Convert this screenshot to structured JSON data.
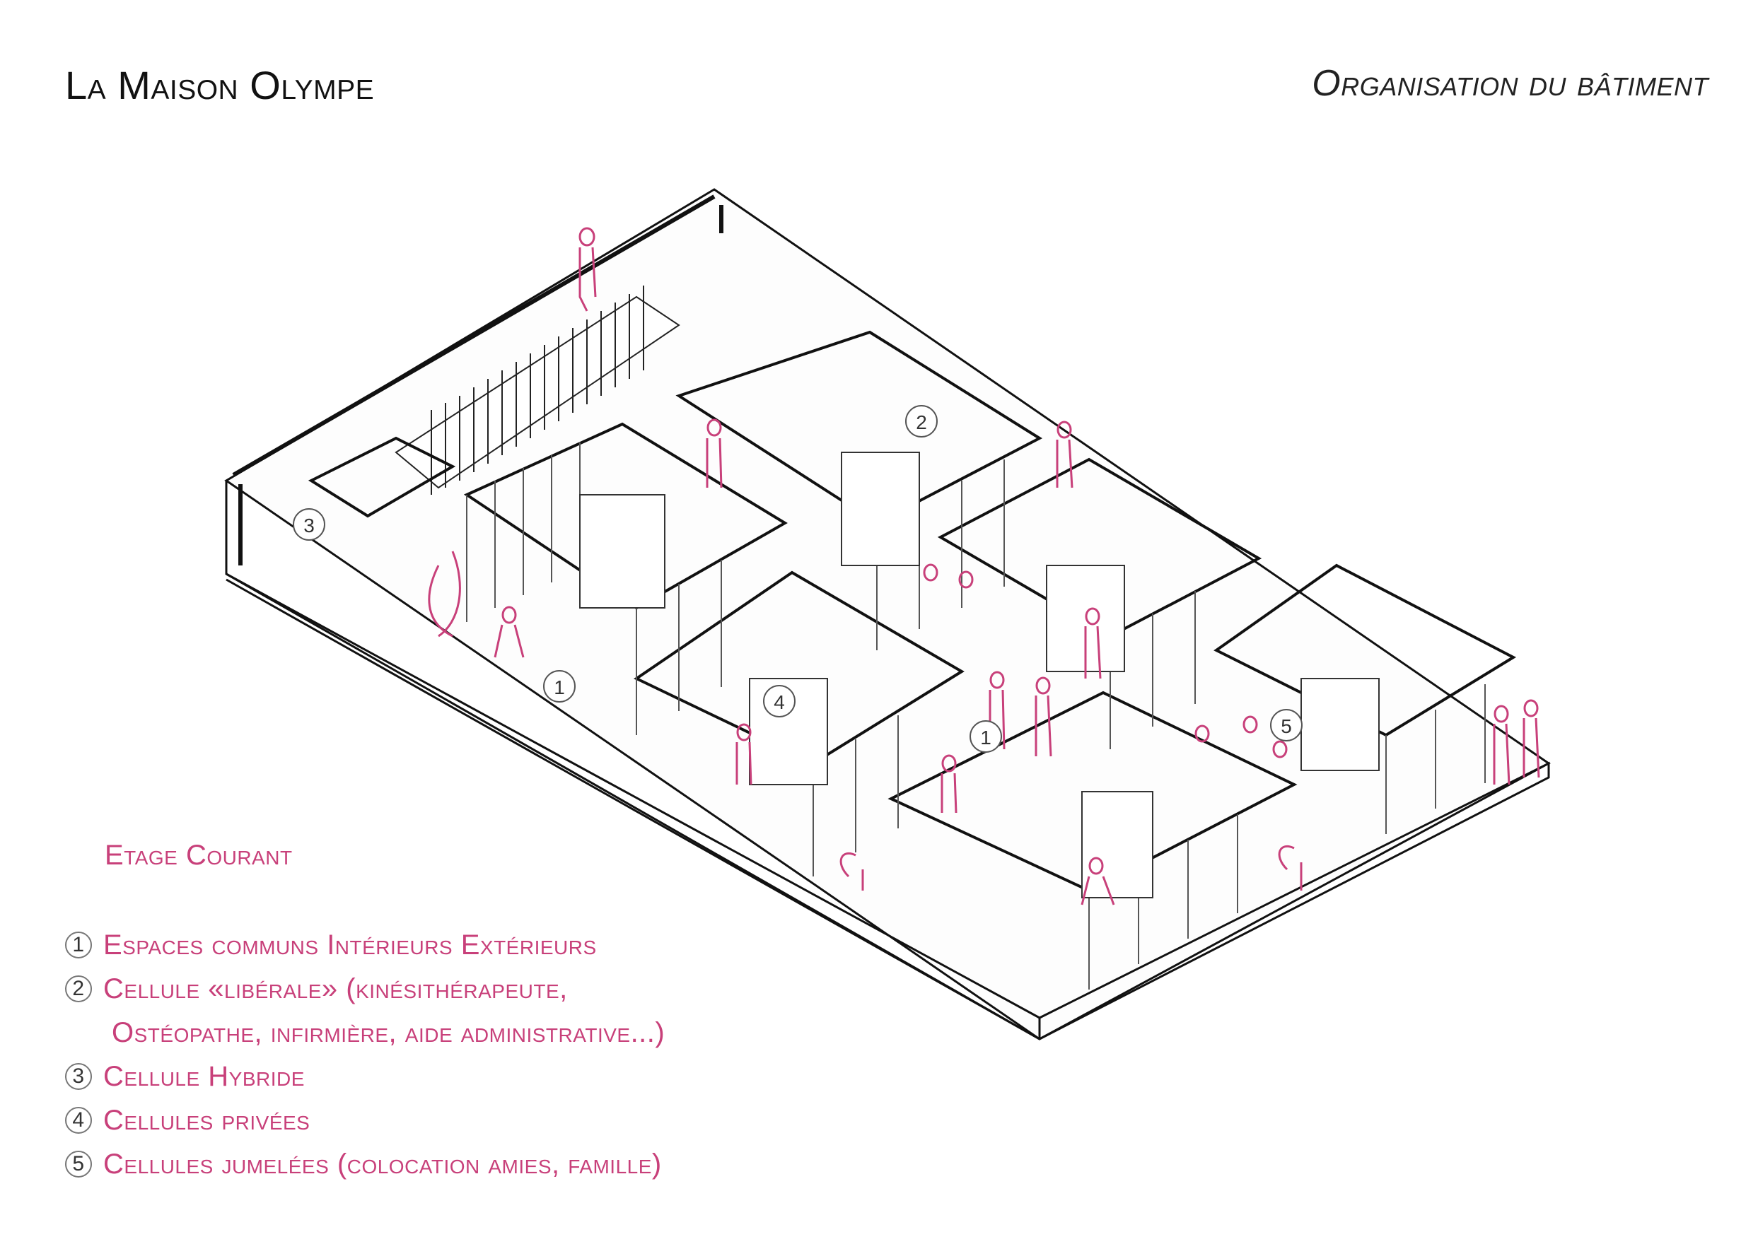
{
  "header": {
    "title": "La Maison Olympe",
    "subtitle": "Organisation du bâtiment"
  },
  "legend": {
    "heading": "Etage Courant",
    "items": [
      {
        "num": "1",
        "label": "Espaces communs  Intérieurs Extérieurs"
      },
      {
        "num": "2",
        "label": "Cellule «libérale» (kinésithérapeute,",
        "continuation": "Ostéopathe, infirmière, aide administrative...)"
      },
      {
        "num": "3",
        "label": "Cellule Hybride"
      },
      {
        "num": "4",
        "label": "Cellules privées"
      },
      {
        "num": "5",
        "label": "Cellules jumelées (colocation amies, famille)"
      }
    ]
  },
  "plan_markers": [
    "3",
    "2",
    "1",
    "4",
    "1",
    "5"
  ],
  "colors": {
    "accent": "#c8407a",
    "line": "#111111",
    "glass": "#555555",
    "marker": "#333333"
  }
}
